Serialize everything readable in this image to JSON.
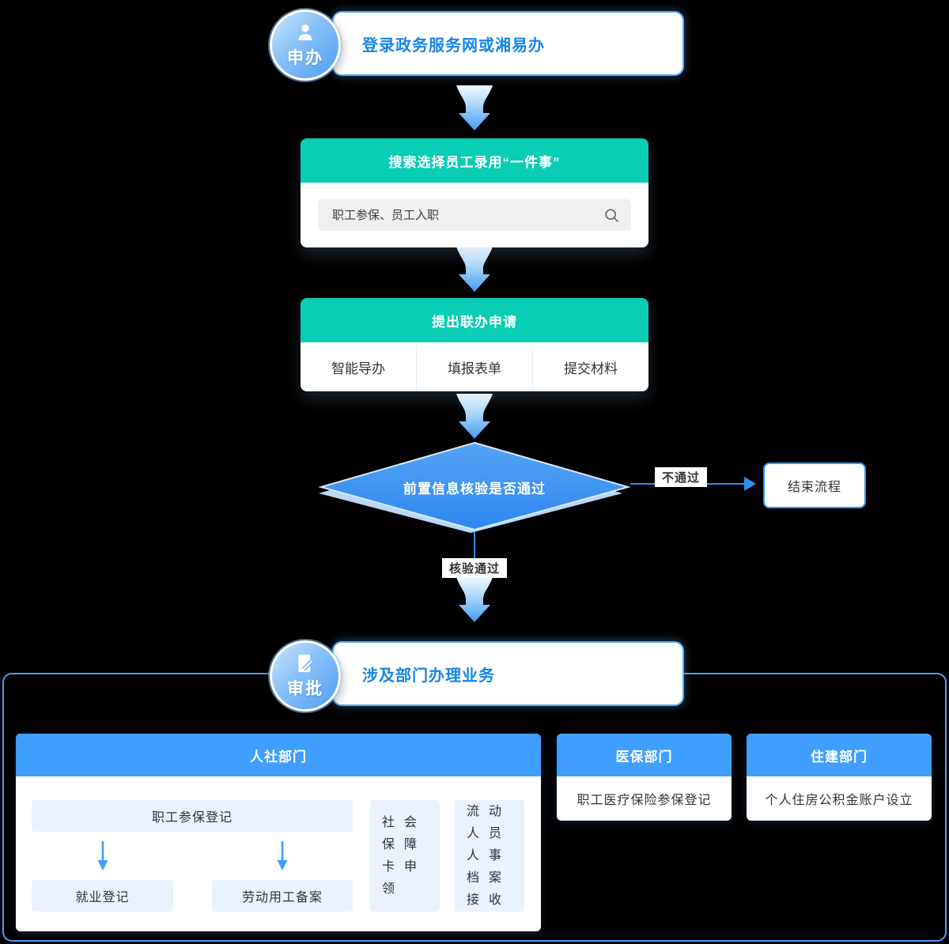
{
  "colors": {
    "teal": "#0acdb5",
    "blue": "#409eff",
    "accent": "#2f8ef1",
    "title-blue": "#1585ec",
    "diamond-blue": "#3d90f2",
    "item-bg": "#e9f2fd",
    "border-blue": "#55aaf7",
    "container-border": "#4e9cf3",
    "text-dark": "#333333"
  },
  "stage_apply": {
    "badge": "申办",
    "title": "登录政务服务网或湘易办"
  },
  "search_card": {
    "header": "搜索选择员工录用“一件事”",
    "search_placeholder": "职工参保、员工入职"
  },
  "apply_card": {
    "header": "提出联办申请",
    "items": [
      "智能导办",
      "填报表单",
      "提交材料"
    ]
  },
  "decision": {
    "question": "前置信息核验是否通过",
    "fail_label": "不通过",
    "pass_label": "核验通过",
    "end_box": "结束流程"
  },
  "stage_approve": {
    "badge": "审批",
    "title": "涉及部门办理业务"
  },
  "departments": {
    "hr": {
      "header": "人社部门",
      "main_item": "职工参保登记",
      "sub_items": [
        "就业登记",
        "劳动用工备案"
      ],
      "side_items": [
        "社会保障卡申领",
        "流动人员人事档案接收"
      ]
    },
    "medical": {
      "header": "医保部门",
      "item": "职工医疗保险参保登记"
    },
    "housing": {
      "header": "住建部门",
      "item": "个人住房公积金账户设立"
    }
  }
}
